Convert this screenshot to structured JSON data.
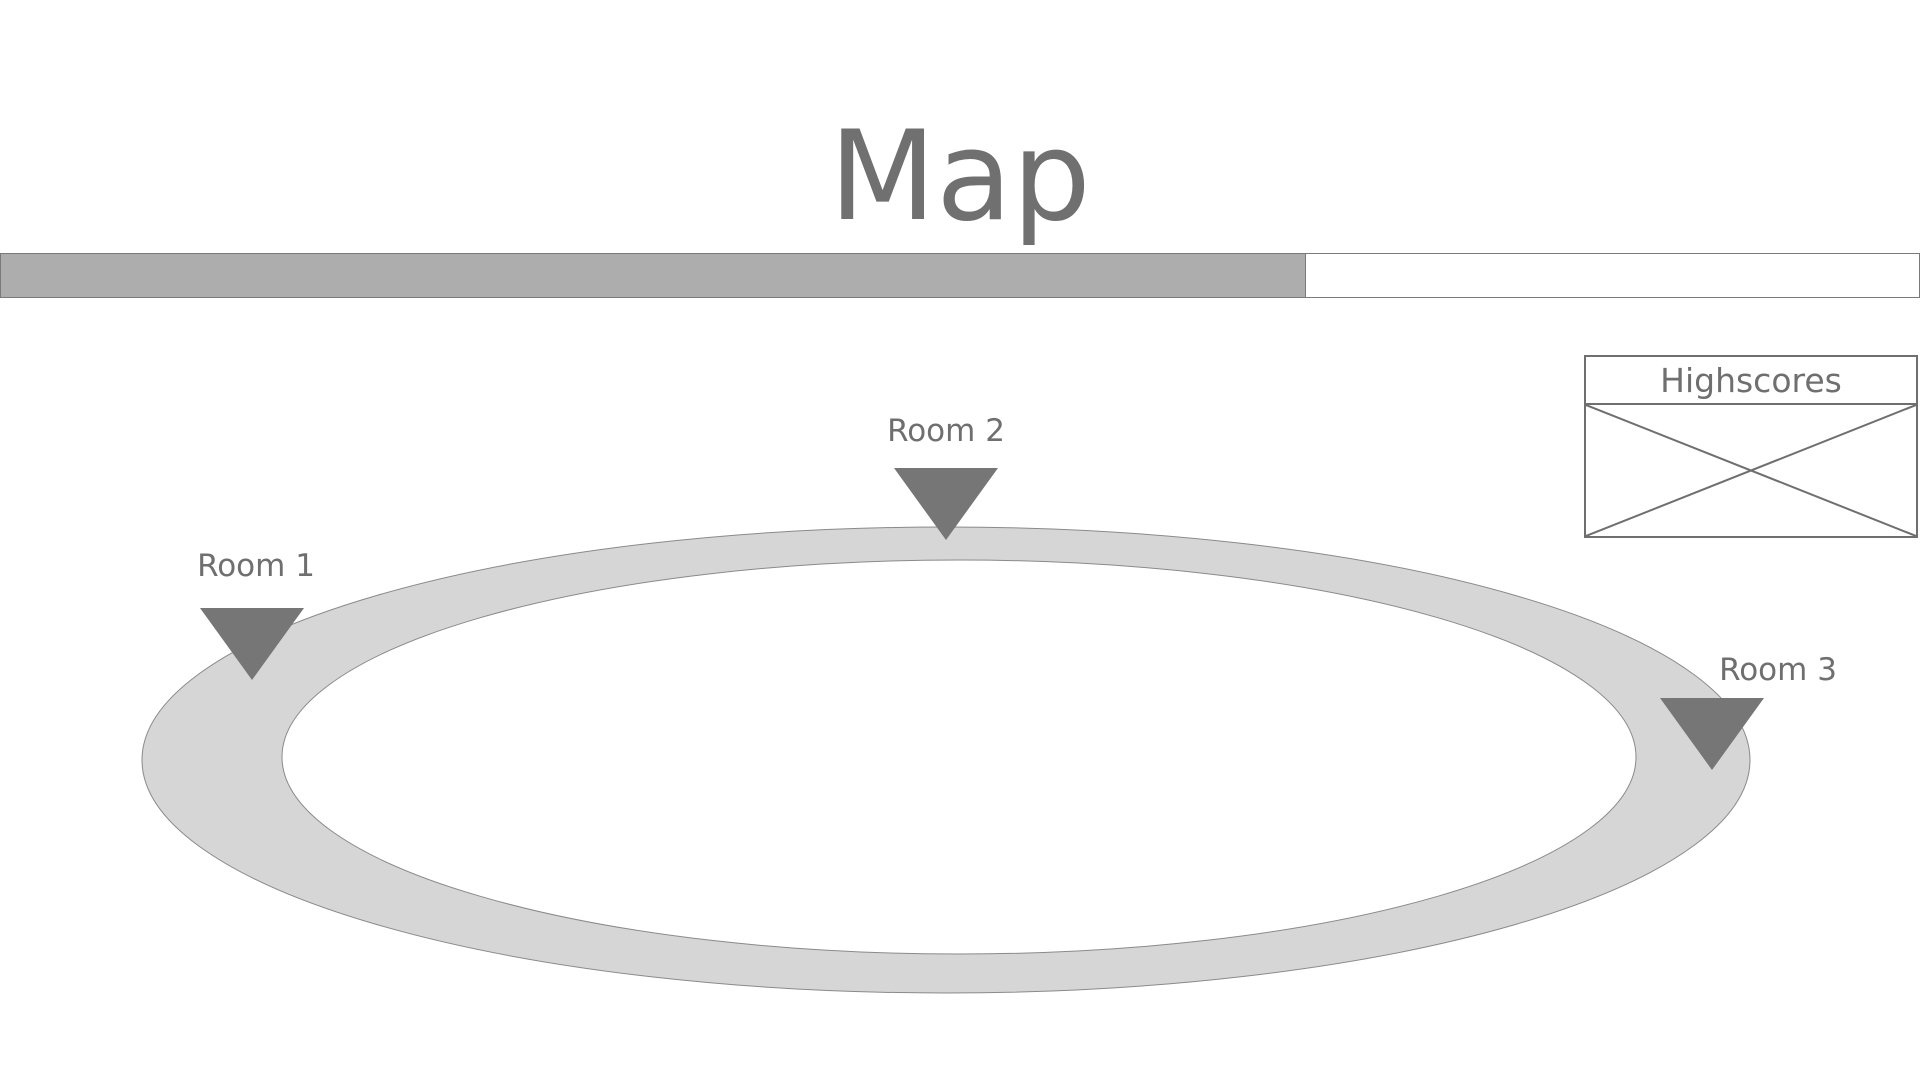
{
  "screen": {
    "title": "Map"
  },
  "progress": {
    "value": 0.68
  },
  "highscores": {
    "label": "Highscores"
  },
  "rooms": [
    {
      "label": "Room 1"
    },
    {
      "label": "Room 2"
    },
    {
      "label": "Room 3"
    }
  ],
  "colors": {
    "text": "#6f6f6f",
    "progress_fill": "#adadad",
    "track": "#d6d6d6",
    "marker": "#767676",
    "outline": "#7a7a7a"
  },
  "icons": {
    "room_marker": "triangle-down-marker-icon",
    "highscores_placeholder": "image-placeholder-icon"
  }
}
